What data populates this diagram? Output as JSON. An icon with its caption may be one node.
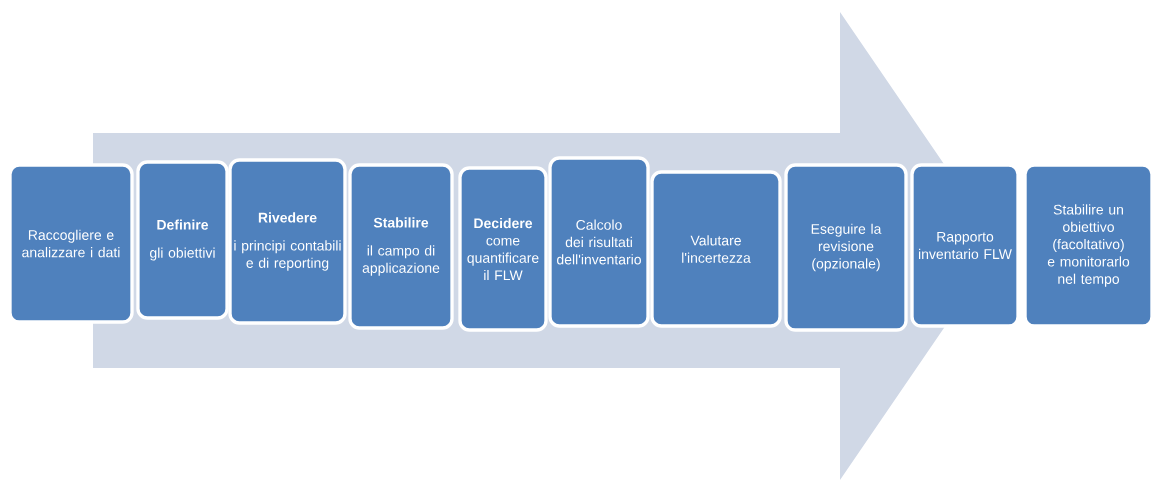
{
  "diagram": {
    "nodes": [
      {
        "text": [
          "Raccogliere e analizzare i dati"
        ]
      },
      {
        "text": [
          "Definire",
          "gli obiettivi"
        ]
      },
      {
        "text": [
          "Rivedere",
          "i principi contabili e di reporting"
        ]
      },
      {
        "text": [
          "Stabilire",
          "il campo di applicazione"
        ]
      },
      {
        "text": [
          "**Decidere** come quantificare il FLW"
        ]
      },
      {
        "text": [
          "Calcolo dei risultati dell'inventario"
        ]
      },
      {
        "text": [
          "Valutare l'incertezza"
        ]
      },
      {
        "text": [
          "Eseguire la revisione (opzionale)"
        ]
      },
      {
        "text": [
          "Rapporto inventario FLW"
        ]
      },
      {
        "text": [
          "Stabilire un obiettivo (facoltativo) e monitorarlo nel tempo"
        ]
      }
    ],
    "edges": [
      {
        "from": 0,
        "to": 8,
        "arrow": "to"
      }
    ]
  }
}
